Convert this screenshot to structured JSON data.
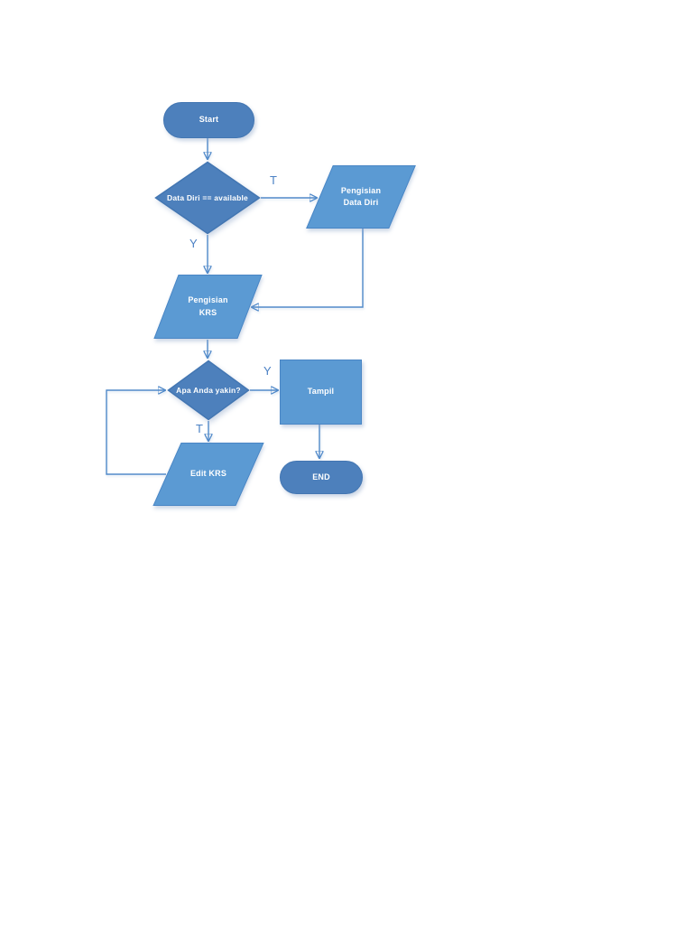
{
  "flowchart": {
    "nodes": {
      "start": {
        "type": "terminator",
        "label": "Start"
      },
      "check_data_diri": {
        "type": "decision",
        "label": "Data Diri == available"
      },
      "pengisian_data_diri": {
        "type": "io",
        "lines": [
          "Pengisian",
          "Data Diri"
        ]
      },
      "pengisian_krs": {
        "type": "io",
        "lines": [
          "Pengisian",
          "KRS"
        ]
      },
      "apa_anda_yakin": {
        "type": "decision",
        "label": "Apa Anda yakin?"
      },
      "tampil": {
        "type": "process",
        "label": "Tampil"
      },
      "edit_krs": {
        "type": "io",
        "label": "Edit KRS"
      },
      "end": {
        "type": "terminator",
        "label": "END"
      }
    },
    "edges": [
      {
        "from": "start",
        "to": "check_data_diri",
        "label": ""
      },
      {
        "from": "check_data_diri",
        "to": "pengisian_data_diri",
        "label": "T"
      },
      {
        "from": "check_data_diri",
        "to": "pengisian_krs",
        "label": "Y"
      },
      {
        "from": "pengisian_data_diri",
        "to": "pengisian_krs",
        "label": ""
      },
      {
        "from": "pengisian_krs",
        "to": "apa_anda_yakin",
        "label": ""
      },
      {
        "from": "apa_anda_yakin",
        "to": "tampil",
        "label": "Y"
      },
      {
        "from": "apa_anda_yakin",
        "to": "edit_krs",
        "label": "T"
      },
      {
        "from": "edit_krs",
        "to": "apa_anda_yakin",
        "label": ""
      },
      {
        "from": "tampil",
        "to": "end",
        "label": ""
      }
    ],
    "colors": {
      "dark_fill": "#4d80bc",
      "dark_border": "#4376b2",
      "light_fill": "#5b9ad3",
      "light_border": "#4a86c5",
      "connector": "#5089c9",
      "edge_label_text": "#4a80c4",
      "node_text": "#ffffff",
      "page_background": "#ffffff"
    }
  }
}
